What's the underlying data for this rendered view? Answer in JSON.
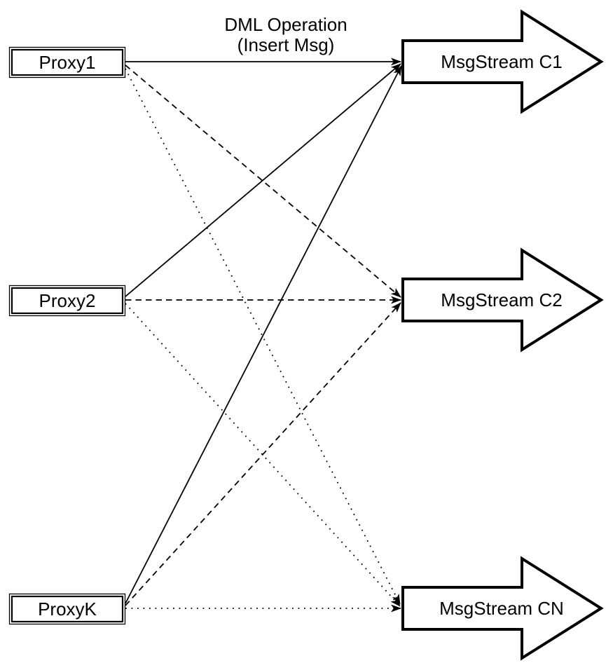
{
  "diagram": {
    "edge_label": {
      "line1": "DML Operation",
      "line2": "(Insert Msg)"
    },
    "proxies": [
      {
        "id": "proxy1",
        "label": "Proxy1"
      },
      {
        "id": "proxy2",
        "label": "Proxy2"
      },
      {
        "id": "proxyk",
        "label": "ProxyK"
      }
    ],
    "streams": [
      {
        "id": "c1",
        "label": "MsgStream C1"
      },
      {
        "id": "c2",
        "label": "MsgStream C2"
      },
      {
        "id": "cn",
        "label": "MsgStream CN"
      }
    ],
    "connections": [
      {
        "from": "Proxy1",
        "to": "MsgStream C1",
        "style": "solid"
      },
      {
        "from": "Proxy2",
        "to": "MsgStream C1",
        "style": "solid"
      },
      {
        "from": "ProxyK",
        "to": "MsgStream C1",
        "style": "solid"
      },
      {
        "from": "Proxy1",
        "to": "MsgStream C2",
        "style": "dashed"
      },
      {
        "from": "Proxy2",
        "to": "MsgStream C2",
        "style": "dashed"
      },
      {
        "from": "ProxyK",
        "to": "MsgStream C2",
        "style": "dashed"
      },
      {
        "from": "Proxy1",
        "to": "MsgStream CN",
        "style": "dotted"
      },
      {
        "from": "Proxy2",
        "to": "MsgStream CN",
        "style": "dotted"
      },
      {
        "from": "ProxyK",
        "to": "MsgStream CN",
        "style": "dotted"
      }
    ],
    "colors": {
      "stroke": "#000000",
      "fill": "#ffffff",
      "background": "#ffffff"
    }
  }
}
